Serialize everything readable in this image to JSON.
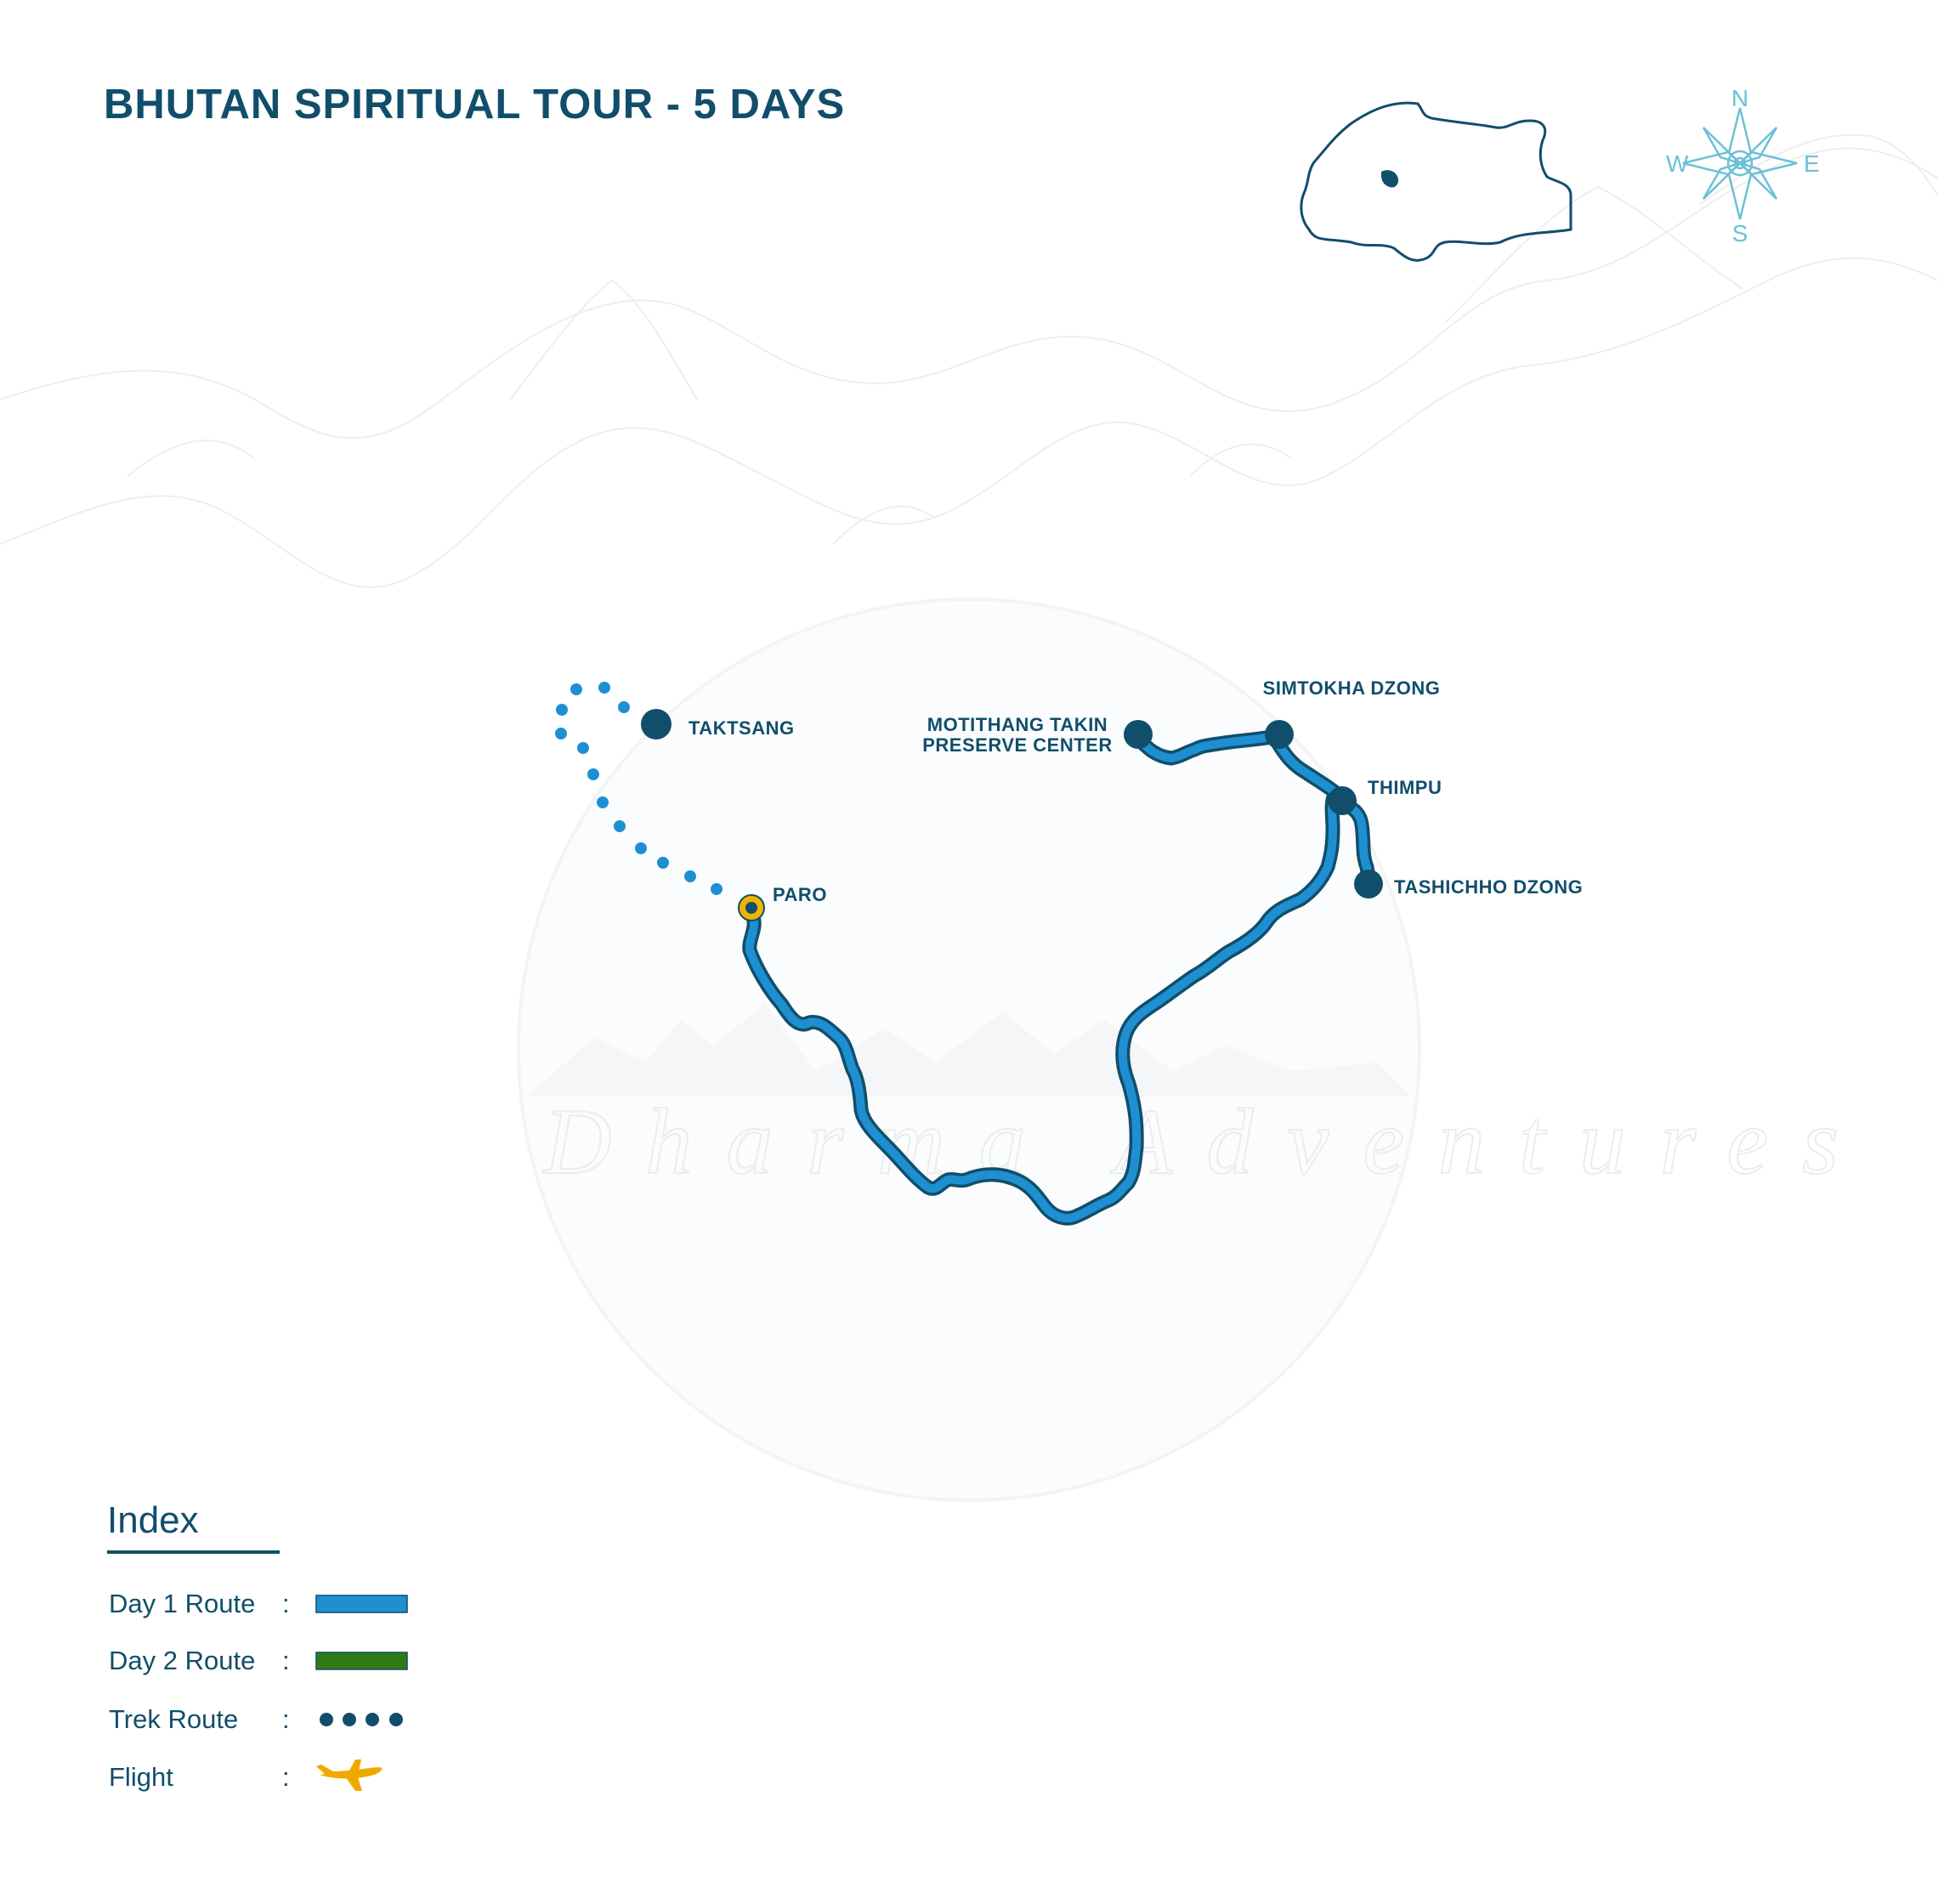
{
  "title": "BHUTAN SPIRITUAL TOUR - 5 DAYS",
  "watermark": "Dharma Adventures",
  "compass": {
    "north": "N",
    "south": "S",
    "east": "E",
    "west": "W"
  },
  "locations": {
    "taktsang": "TAKTSANG",
    "paro": "PARO",
    "motithang_line1": "MOTITHANG TAKIN",
    "motithang_line2": "PRESERVE CENTER",
    "simtokha": "SIMTOKHA DZONG",
    "thimpu": "THIMPU",
    "tashichho": "TASHICHHO DZONG"
  },
  "index": {
    "heading": "Index",
    "separator": ":",
    "items": [
      {
        "label": "Day 1 Route",
        "icon": "blue-line"
      },
      {
        "label": "Day 2 Route",
        "icon": "green-line"
      },
      {
        "label": "Trek Route",
        "icon": "dots"
      },
      {
        "label": "Flight",
        "icon": "plane-icon"
      }
    ]
  },
  "colors": {
    "primary": "#114e6b",
    "day1_route": "#1e90d2",
    "day2_route": "#2f7a14",
    "trek_dots": "#1e90d2",
    "paro_marker": "#f0b400",
    "compass": "#6cc0d6",
    "flight": "#f0a800"
  }
}
